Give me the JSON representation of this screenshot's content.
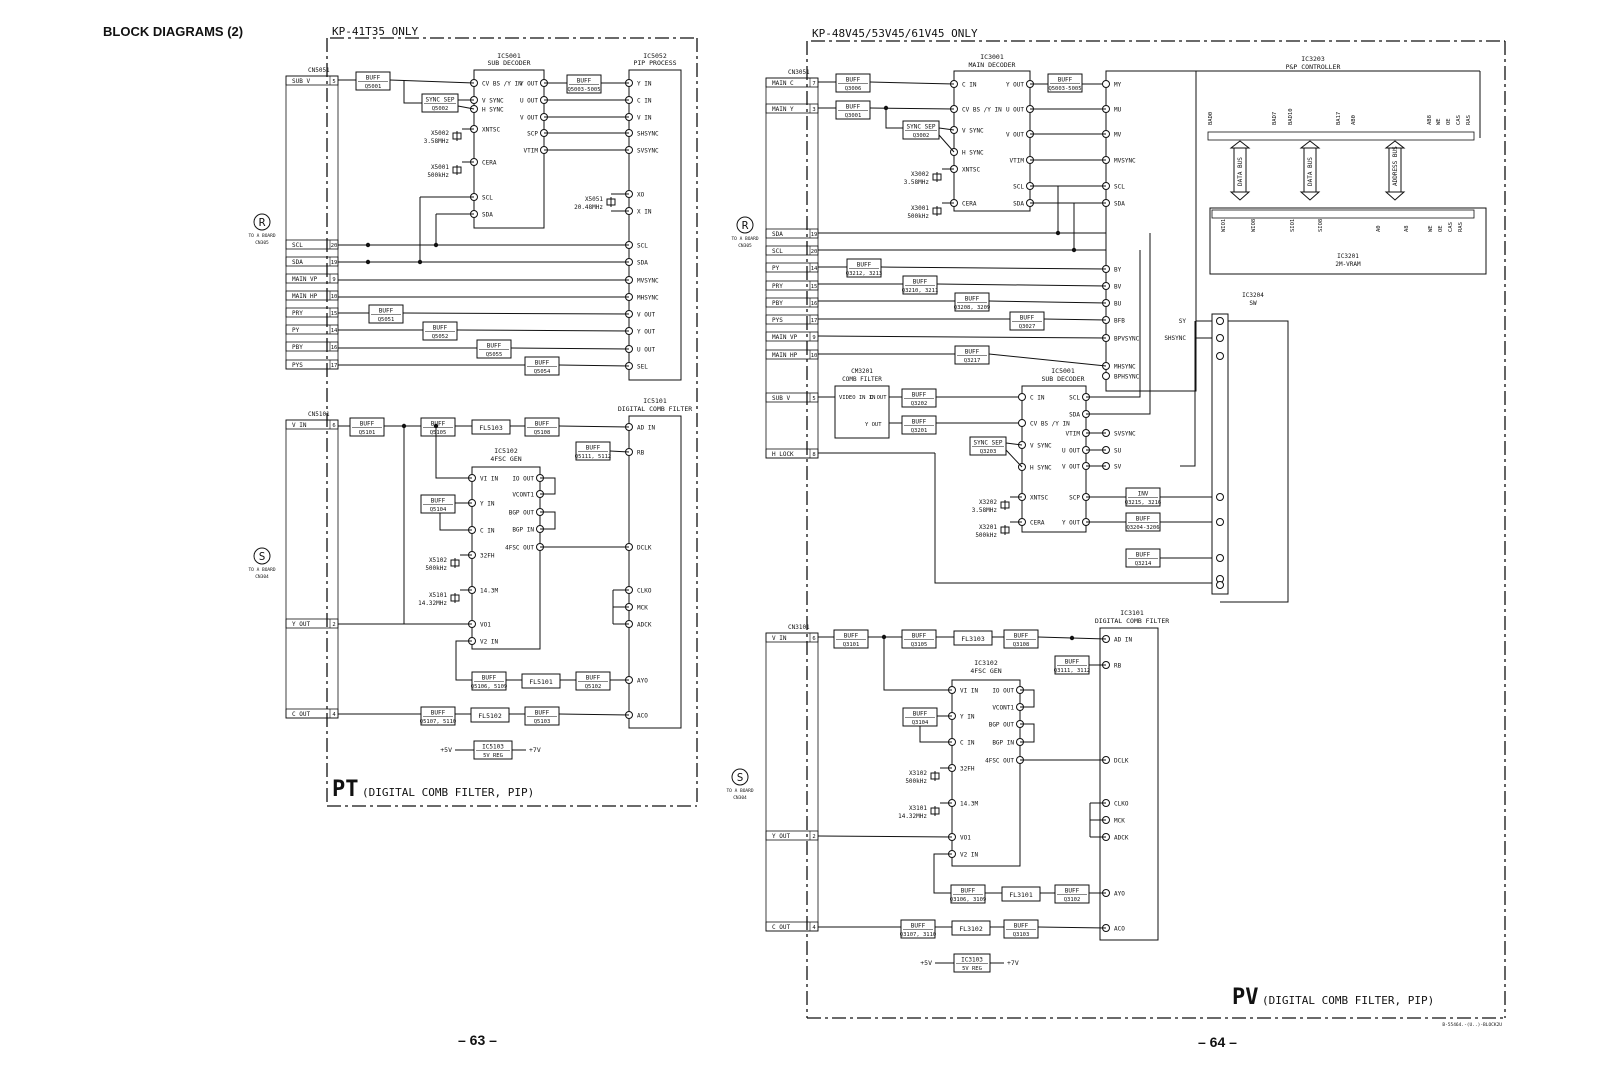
{
  "page": {
    "heading": "BLOCK DIAGRAMS (2)",
    "page_left": "– 63 –",
    "page_right": "– 64 –",
    "file_ref": "B-55464.-(U..)-BLOCK2U"
  },
  "left": {
    "model_title": "KP-41T35 ONLY",
    "board_big": "PT",
    "board_desc": "(DIGITAL COMB FILTER, PIP)",
    "conn_r": {
      "letter": "R",
      "line1": "TO A BOARD",
      "line2": "CN305"
    },
    "conn_s": {
      "letter": "S",
      "line1": "TO A BOARD",
      "line2": "CN304"
    },
    "cn_top": "CN5051",
    "cn_bottom": "CN5101",
    "pins_top": [
      {
        "name": "SUB V",
        "num": "5"
      },
      {
        "name": "SCL",
        "num": "20"
      },
      {
        "name": "SDA",
        "num": "19"
      },
      {
        "name": "MAIN VP",
        "num": "9"
      },
      {
        "name": "MAIN HP",
        "num": "10"
      },
      {
        "name": "PRY",
        "num": "15"
      },
      {
        "name": "PY",
        "num": "14"
      },
      {
        "name": "PBY",
        "num": "16"
      },
      {
        "name": "PYS",
        "num": "17"
      }
    ],
    "pins_bottom": [
      {
        "name": "V IN",
        "num": "6"
      },
      {
        "name": "Y OUT",
        "num": "2"
      },
      {
        "name": "C OUT",
        "num": "4"
      }
    ],
    "ic_sub": {
      "title1": "IC5001",
      "title2": "SUB DECODER",
      "left_pins": [
        "CV BS /Y IN",
        "V SYNC",
        "H SYNC",
        "XNTSC",
        "CERA",
        "SCL",
        "SDA"
      ],
      "right_pins": [
        "Y OUT",
        "U OUT",
        "V OUT",
        "SCP",
        "VTIM"
      ]
    },
    "ic_pip": {
      "title1": "IC5052",
      "title2": "PIP PROCESS",
      "pins": [
        "Y IN",
        "C IN",
        "V IN",
        "SHSYNC",
        "SVSYNC",
        "XO",
        "X IN",
        "SCL",
        "SDA",
        "MVSYNC",
        "MHSYNC",
        "V OUT",
        "Y OUT",
        "U OUT",
        "SEL"
      ]
    },
    "ic_comb": {
      "title1": "IC5101",
      "title2": "DIGITAL COMB FILTER",
      "pins": [
        "AD IN",
        "RB",
        "DCLK",
        "CLKO",
        "MCK",
        "ADCK",
        "AYO",
        "ACO"
      ]
    },
    "ic_4fsc": {
      "title1": "IC5102",
      "title2": "4FSC GEN",
      "left_pins": [
        "VI IN",
        "Y IN",
        "C IN",
        "32FH",
        "14.3M",
        "VO1",
        "V2 IN"
      ],
      "right_pins": [
        "IO OUT",
        "VCONT1",
        "BGP OUT",
        "BGP IN",
        "4FSC OUT"
      ]
    },
    "buffers": [
      "Q5001",
      "Q5003-5005",
      "Q5051",
      "Q5052",
      "Q5055",
      "Q5054",
      "Q5101",
      "Q5105",
      "Q5108",
      "Q5111, 5112",
      "Q5104",
      "Q5106, 5109",
      "Q5102",
      "Q5107, 5110",
      "Q5103"
    ],
    "sync_sep": "Q5002",
    "filters": [
      "FL5103",
      "FL5101",
      "FL5102"
    ],
    "xtals": [
      {
        "ref": "X5002",
        "freq": "3.58MHz"
      },
      {
        "ref": "X5001",
        "freq": "500kHz"
      },
      {
        "ref": "X5051",
        "freq": "20.48MHz"
      },
      {
        "ref": "X5102",
        "freq": "500kHz"
      },
      {
        "ref": "X5101",
        "freq": "14.32MHz"
      }
    ],
    "reg": {
      "ref": "IC5103",
      "label": "5V REG",
      "vin": "+5V",
      "vout": "+7V"
    }
  },
  "right": {
    "model_title": "KP-48V45/53V45/61V45 ONLY",
    "board_big": "PV",
    "board_desc": "(DIGITAL COMB FILTER, PIP)",
    "conn_r": {
      "letter": "R",
      "line1": "TO A BOARD",
      "line2": "CN305"
    },
    "conn_s": {
      "letter": "S",
      "line1": "TO A BOARD",
      "line2": "CN304"
    },
    "cn_top": "CN3051",
    "cn_bottom": "CN3101",
    "pins_top": [
      {
        "name": "MAIN C",
        "num": "7"
      },
      {
        "name": "MAIN Y",
        "num": "3"
      },
      {
        "name": "SDA",
        "num": "19"
      },
      {
        "name": "SCL",
        "num": "20"
      },
      {
        "name": "PY",
        "num": "14"
      },
      {
        "name": "PRY",
        "num": "15"
      },
      {
        "name": "PBY",
        "num": "16"
      },
      {
        "name": "PYS",
        "num": "17"
      },
      {
        "name": "MAIN VP",
        "num": "9"
      },
      {
        "name": "MAIN HP",
        "num": "10"
      },
      {
        "name": "SUB V",
        "num": "5"
      },
      {
        "name": "H LOCK",
        "num": "8"
      }
    ],
    "pins_bottom": [
      {
        "name": "V IN",
        "num": "6"
      },
      {
        "name": "Y OUT",
        "num": "2"
      },
      {
        "name": "C OUT",
        "num": "4"
      }
    ],
    "ic_main": {
      "title1": "IC3001",
      "title2": "MAIN DECODER",
      "left_pins": [
        "C IN",
        "CV BS /Y IN",
        "V SYNC",
        "H SYNC",
        "XNTSC",
        "CERA"
      ],
      "right_pins": [
        "Y OUT",
        "U OUT",
        "V OUT",
        "VTIM",
        "SCL",
        "SDA"
      ]
    },
    "ic_pp": {
      "title1": "IC3203",
      "title2": "P&P CONTROLLER",
      "pins": [
        "MY",
        "MU",
        "MV",
        "MVSYNC",
        "SCL",
        "SDA",
        "BY",
        "BV",
        "BU",
        "BFB",
        "BPVSYNC",
        "MHSYNC",
        "BPHSYNC",
        "SU",
        "SV",
        "SVSYNC"
      ],
      "top_labels": [
        "BAD0",
        "BAD7",
        "BAD10",
        "BA17",
        "AB0",
        "AB8",
        "WE",
        "OE",
        "CAS",
        "RAS"
      ],
      "bus": [
        "DATA BUS",
        "DATA BUS",
        "ADDRESS BUS"
      ]
    },
    "ic_vram": {
      "title1": "IC3201",
      "title2": "2M-VRAM",
      "labels": [
        "WIO1",
        "WIO8",
        "SIO1",
        "SIO8",
        "A0",
        "A8",
        "WE",
        "OE",
        "CAS",
        "RAS"
      ]
    },
    "ic_sw": {
      "title1": "IC3204",
      "title2": "SW",
      "pins": [
        "SY",
        "SHSYNC"
      ]
    },
    "ic_cm": {
      "title1": "CM3201",
      "title2": "COMB FILTER",
      "pins": [
        "VIDEO IN",
        "C OUT",
        "Y OUT"
      ]
    },
    "ic_sub": {
      "title1": "IC5001",
      "title2": "SUB DECODER",
      "left_pins": [
        "C IN",
        "CV BS /Y IN",
        "V SYNC",
        "H SYNC",
        "XNTSC",
        "CERA"
      ],
      "right_pins": [
        "SCL",
        "SDA",
        "VTIM",
        "U OUT",
        "V OUT",
        "SCP",
        "Y OUT"
      ]
    },
    "ic_comb": {
      "title1": "IC3101",
      "title2": "DIGITAL COMB FILTER",
      "pins": [
        "AD IN",
        "RB",
        "DCLK",
        "CLKO",
        "MCK",
        "ADCK",
        "AYO",
        "ACO"
      ]
    },
    "ic_4fsc": {
      "title1": "IC3102",
      "title2": "4FSC GEN",
      "left_pins": [
        "VI IN",
        "Y IN",
        "C IN",
        "32FH",
        "14.3M",
        "VO1",
        "V2 IN"
      ],
      "right_pins": [
        "IO OUT",
        "VCONT1",
        "BGP OUT",
        "BGP IN",
        "4FSC OUT"
      ]
    },
    "buffers": [
      "Q3006",
      "Q3001",
      "Q5003-5005",
      "Q3212, 3213",
      "Q3210, 3211",
      "Q3208, 3209",
      "Q3027",
      "Q3217",
      "Q3202",
      "Q3201",
      "Q3214",
      "Q3101",
      "Q3105",
      "Q3108",
      "Q3111, 3112",
      "Q3104",
      "Q3106, 3109",
      "Q3102",
      "Q3107, 3110",
      "Q3103"
    ],
    "sync_sep": [
      "Q3002",
      "Q3203"
    ],
    "inv": "Q3215, 3216",
    "buff_3204": "Q3204-3206",
    "filters": [
      "FL3103",
      "FL3101",
      "FL3102"
    ],
    "xtals": [
      {
        "ref": "X3002",
        "freq": "3.58MHz"
      },
      {
        "ref": "X3001",
        "freq": "500kHz"
      },
      {
        "ref": "X3202",
        "freq": "3.58MHz"
      },
      {
        "ref": "X3201",
        "freq": "500kHz"
      },
      {
        "ref": "X3102",
        "freq": "500kHz"
      },
      {
        "ref": "X3101",
        "freq": "14.32MHz"
      }
    ],
    "reg": {
      "ref": "IC3103",
      "label": "5V REG",
      "vin": "+5V",
      "vout": "+7V"
    }
  },
  "colors": {
    "ink": "#111111",
    "paper": "#ffffff"
  }
}
